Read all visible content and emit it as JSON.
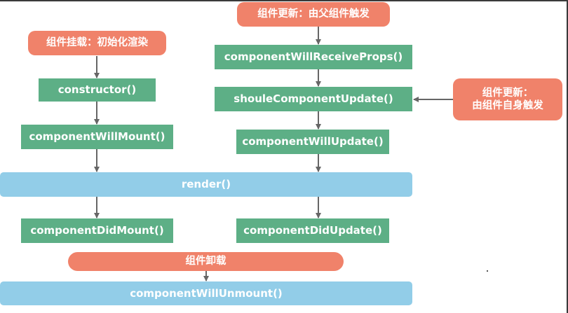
{
  "mount": {
    "trigger": "组件挂载：初始化渲染",
    "constructor": "constructor()",
    "will_mount": "componentWillMount()",
    "did_mount": "componentDidMount()"
  },
  "update": {
    "trigger_parent": "组件更新：由父组件触发",
    "trigger_self_line1": "组件更新：",
    "trigger_self_line2": "由组件自身触发",
    "will_receive_props": "componentWillReceiveProps()",
    "should_update": "shouleComponentUpdate()",
    "will_update": "componentWillUpdate()",
    "did_update": "componentDidUpdate()"
  },
  "render": "render()",
  "unmount": {
    "trigger": "组件卸载",
    "will_unmount": "componentWillUnmount()"
  },
  "colors": {
    "trigger_orange": "#f0826a",
    "lifecycle_green": "#5daf86",
    "render_blue": "#92cde8",
    "arrow_gray": "#666666"
  }
}
